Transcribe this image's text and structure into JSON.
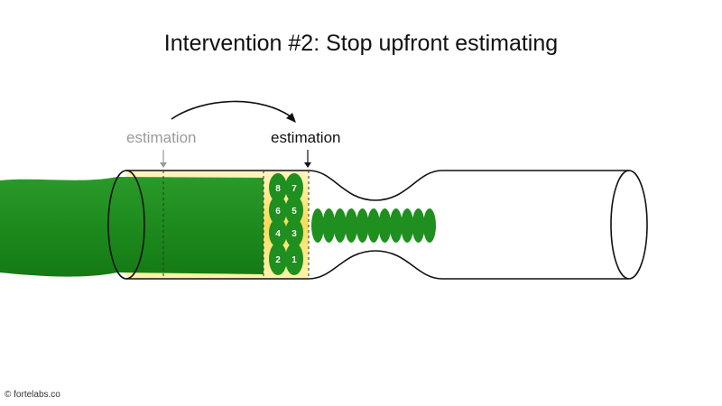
{
  "title": "Intervention #2: Stop upfront estimating",
  "labels": {
    "old_position": "estimation",
    "new_position": "estimation"
  },
  "credit": "© fortelabs.co",
  "work_items": {
    "numbered": [
      "8",
      "7",
      "6",
      "5",
      "4",
      "3",
      "2",
      "1"
    ],
    "queued_count_in_narrow": 11
  },
  "colors": {
    "work_green": "#1f8f1f",
    "queue_yellow": "#f6dc5a",
    "pipe_stroke": "#111111",
    "old_label": "#9a9a9a"
  }
}
